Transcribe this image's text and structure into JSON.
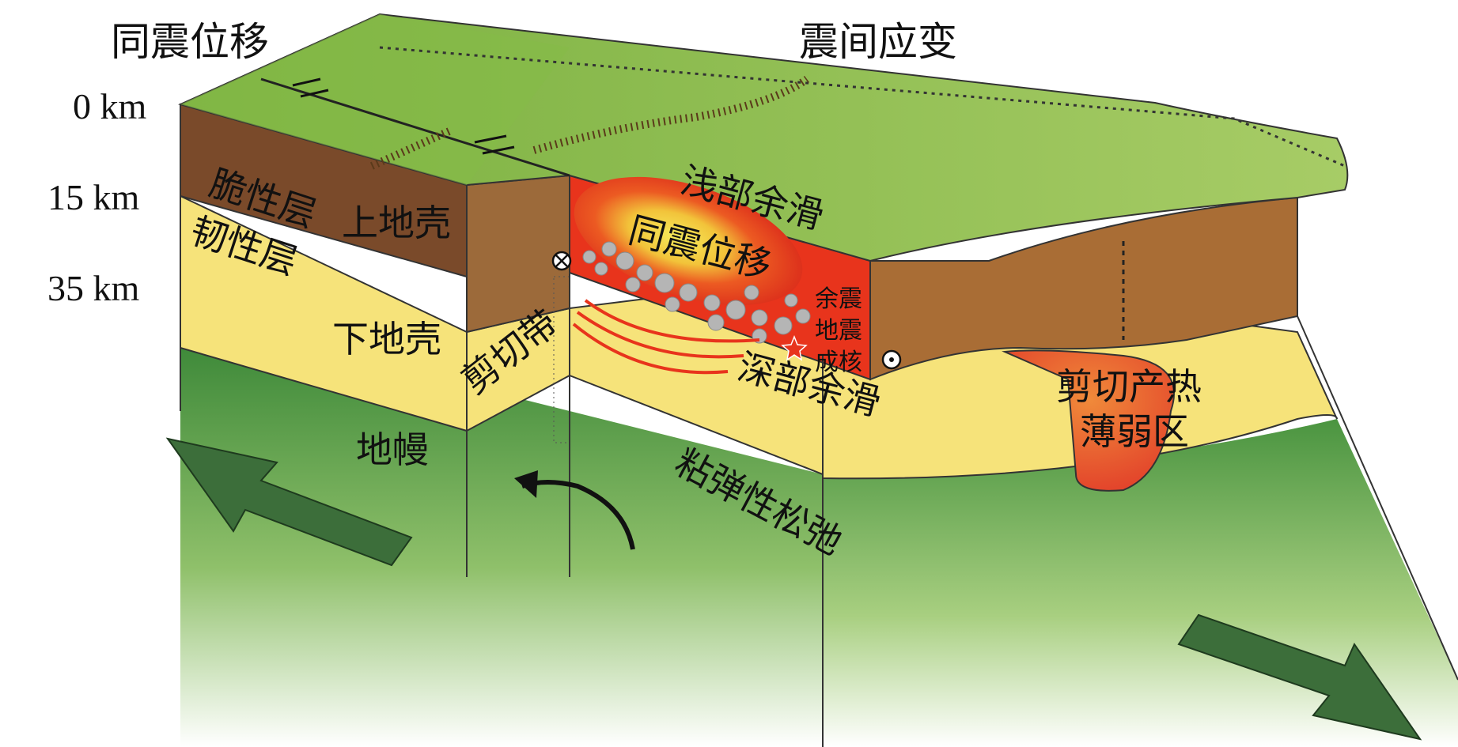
{
  "depth_labels": {
    "d0": "0 km",
    "d15": "15 km",
    "d35": "35 km"
  },
  "labels": {
    "coseismic_top": "同震位移",
    "interseismic": "震间应变",
    "brittle": "脆性层",
    "upper_crust": "上地壳",
    "ductile": "韧性层",
    "lower_crust": "下地壳",
    "mantle": "地幔",
    "shear_zone": "剪切带",
    "shallow_afterslip": "浅部余滑",
    "coseismic_slip": "同震位移",
    "aftershock": "余震",
    "nucleation_1": "地震",
    "nucleation_2": "成核",
    "deep_afterslip": "深部余滑",
    "viscoelastic": "粘弹性松弛",
    "shear_heating_1": "剪切产热",
    "shear_heating_2": "薄弱区"
  },
  "colors": {
    "surface_green": "#8dbd4f",
    "upper_crust_brown": "#7a4a2a",
    "upper_crust_front": "#9c6a3a",
    "lower_crust_yellow": "#f6e37a",
    "mantle_green": "#3f8a3a",
    "slip_red": "#e8341c",
    "slip_yellow": "#f2e552",
    "arrow_green": "#3c6e3a"
  }
}
